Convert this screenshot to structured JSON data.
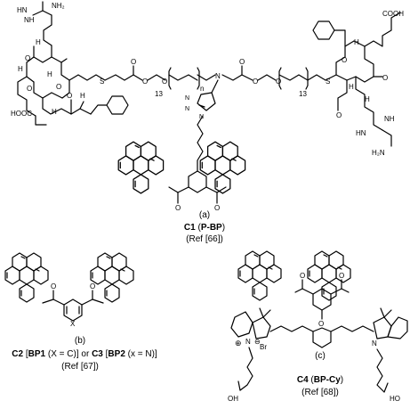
{
  "figure": {
    "panel_a": {
      "letter": "(a)",
      "compound_id": "C1",
      "compound_name": "P-BP",
      "ref": "(Ref [66])",
      "repeat_left": "13",
      "repeat_right": "13",
      "repeat_n": "n",
      "atoms": {
        "hn": "HN",
        "nh2": "NH₂",
        "nh": "NH",
        "h": "H",
        "n": "N",
        "s": "S",
        "o": "O",
        "cooh": "COOH",
        "hooc": "HOOC",
        "h2n": "H₂N"
      }
    },
    "panel_b": {
      "letter": "(b)",
      "line1_c2": "C2",
      "line1_bp1": "BP1",
      "line1_x1": "(X = C)] or",
      "line1_c3": "C3",
      "line1_bp2": "BP2",
      "line1_x2": "(x = N)]",
      "ref": "(Ref [67])",
      "atom_x": "X",
      "atom_o": "O"
    },
    "panel_c": {
      "letter": "(c)",
      "compound_id": "C4",
      "compound_name": "BP-Cy",
      "ref": "(Ref [68])",
      "atom_br": "Br",
      "atom_n": "N",
      "atom_o": "O",
      "atom_oh": "OH",
      "atom_ho": "HO",
      "charge_plus": "⊕",
      "charge_minus": "⊖"
    }
  }
}
